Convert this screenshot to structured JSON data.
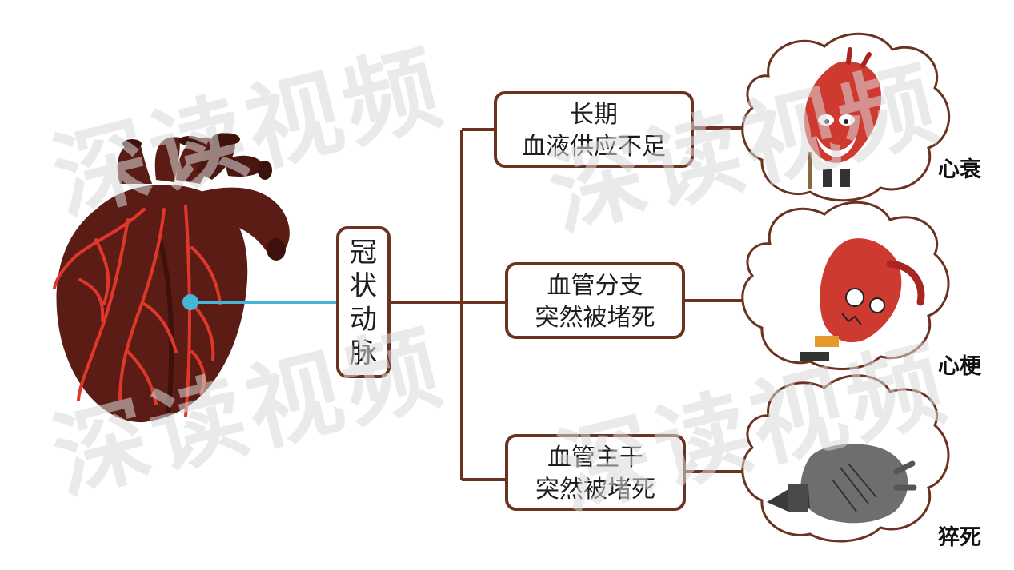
{
  "watermark": "深读视频",
  "colors": {
    "connector": "#6b3220",
    "heart_body": "#5b1c15",
    "heart_dark": "#3e120c",
    "vessel": "#e0372c",
    "pointer": "#46b6d8",
    "sick_heart": "#cf3a30",
    "dead_heart": "#6e6e6e"
  },
  "root": {
    "chars": [
      "冠",
      "状",
      "动",
      "脉"
    ]
  },
  "branches": [
    {
      "lines": [
        "长期",
        "血液供应不足"
      ],
      "outcome": "心衰",
      "icon": "elderly-heart-icon"
    },
    {
      "lines": [
        "血管分支",
        "突然被堵死"
      ],
      "outcome": "心梗",
      "icon": "injured-heart-icon"
    },
    {
      "lines": [
        "血管主干",
        "突然被堵死"
      ],
      "outcome": "猝死",
      "icon": "dead-heart-icon"
    }
  ]
}
